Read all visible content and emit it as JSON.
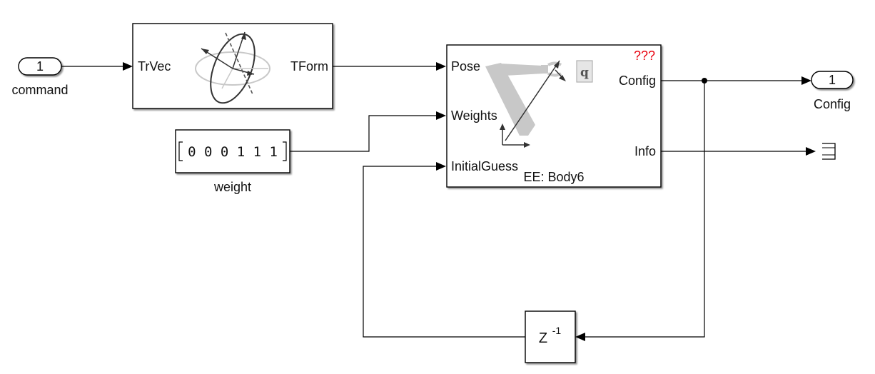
{
  "diagram": {
    "inport_command": {
      "number": "1",
      "name": "command"
    },
    "trvec_block": {
      "input": "TrVec",
      "output": "TForm"
    },
    "weight_block": {
      "value": "0 0 0 1 1 1",
      "name": "weight"
    },
    "ik_block": {
      "inputs": [
        "Pose",
        "Weights",
        "InitialGuess"
      ],
      "outputs": [
        "Config",
        "Info"
      ],
      "warning": "???",
      "q_label": "q",
      "end_effector": "EE: Body6"
    },
    "outport_config": {
      "number": "1",
      "name": "Config"
    },
    "delay_block": {
      "base": "Z",
      "exponent": "-1"
    }
  },
  "colors": {
    "warning": "#e8000d",
    "shadow": "#9a9a9a",
    "icon_gray": "#c8c8c8"
  },
  "icons": [
    "rotation-ellipse-icon",
    "robot-arm-icon",
    "terminator-icon"
  ]
}
